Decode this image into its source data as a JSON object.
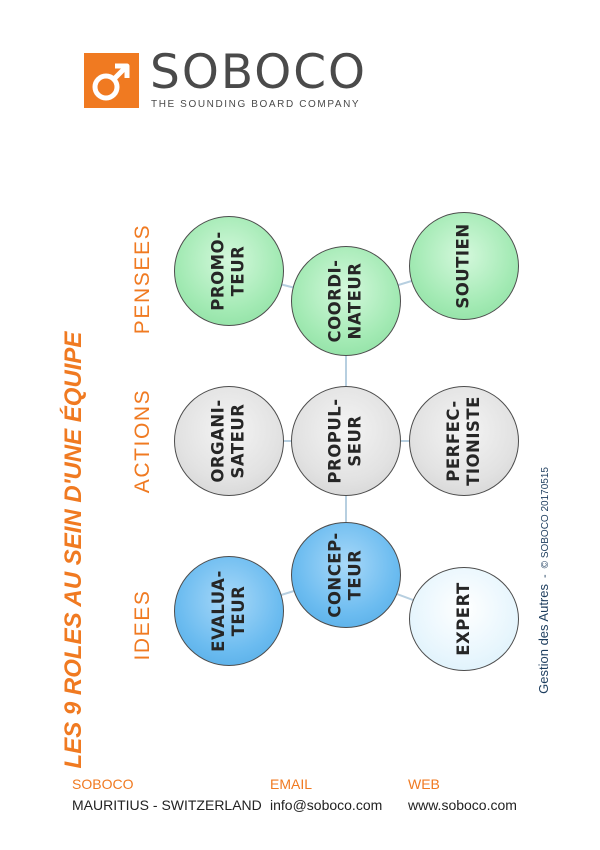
{
  "logo": {
    "brand": "SOBOCO",
    "tagline": "THE SOUNDING BOARD COMPANY",
    "icon": "male-symbol-icon",
    "color": "#f07a21"
  },
  "title": "LES 9 ROLES AU SEIN D'UNE ÉQUIPE",
  "rows": {
    "pensees": "PENSEES",
    "actions": "ACTIONS",
    "idees": "IDEES"
  },
  "roles": {
    "promoteur": "PROMO-\nTEUR",
    "coordinateur": "COORDI-\nNATEUR",
    "soutien": "SOUTIEN",
    "organisateur": "ORGANI-\nSATEUR",
    "propulseur": "PROPUL-\nSEUR",
    "perfectioniste": "PERFEC-\nTIONISTE",
    "evaluateur": "EVALUA-\nTEUR",
    "concepteur": "CONCEP-\nTEUR",
    "expert": "EXPERT"
  },
  "side_note": {
    "text": "Gestion des Autres",
    "separator": "-",
    "copyright": "© SOBOCO 20170515"
  },
  "footer": {
    "company_label": "SOBOCO",
    "company_value": "MAURITIUS - SWITZERLAND",
    "email_label": "EMAIL",
    "email_value": "info@soboco.com",
    "web_label": "WEB",
    "web_value": "www.soboco.com"
  },
  "colors": {
    "accent": "#f07a21",
    "thinking": "#a3eab4",
    "action": "#e2e2e2",
    "idea": "#6cbcf0",
    "expert": "#e8f6fd"
  }
}
